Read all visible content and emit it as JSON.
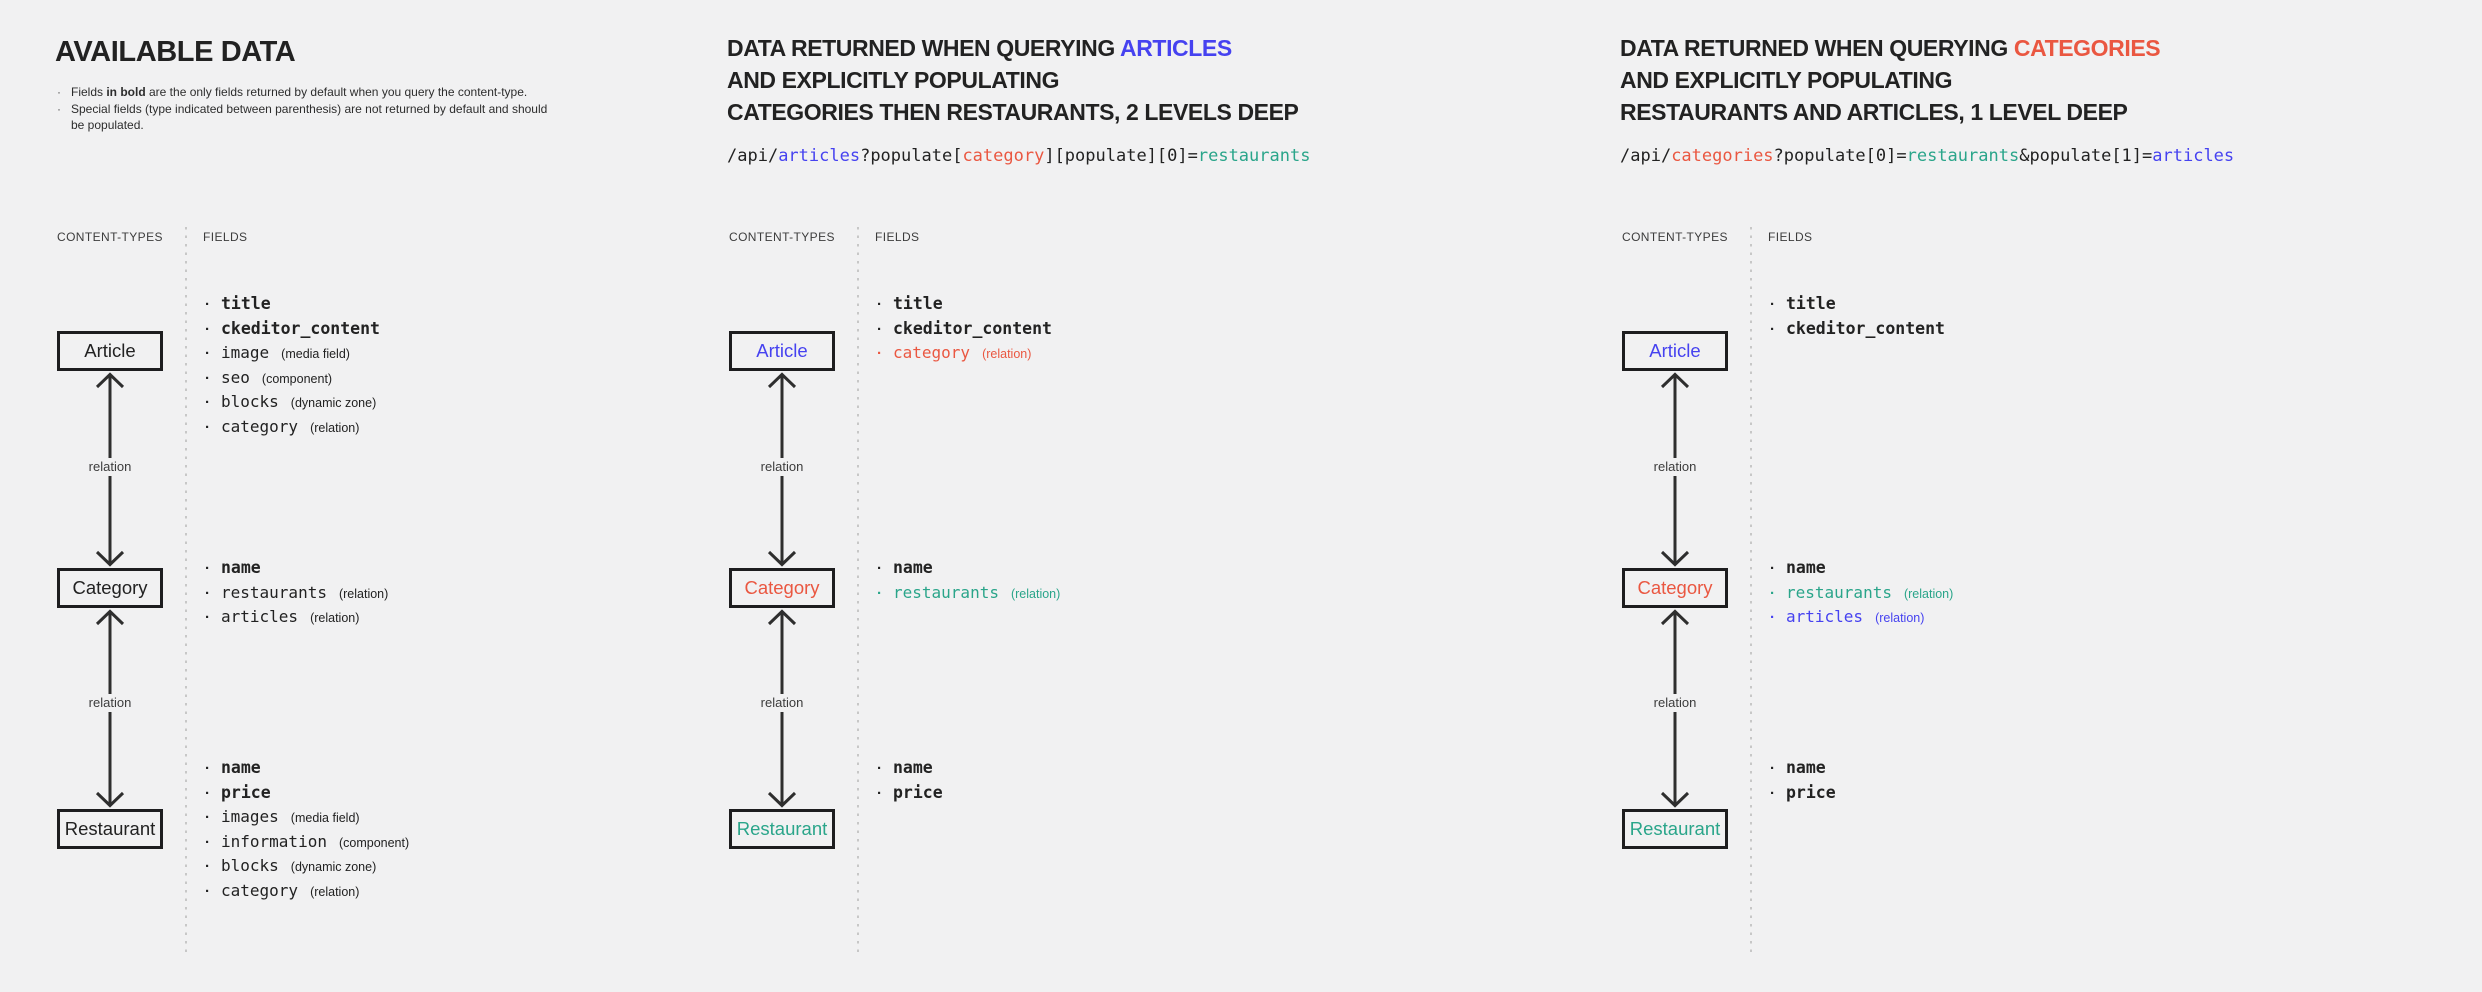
{
  "colors": {
    "bg": "#f1f1f2",
    "ink": "#222222",
    "note": "#2d2d2d",
    "muted": "#3c3c3c",
    "blue": "#4642f0",
    "red": "#ea5741",
    "teal": "#2aa58a",
    "dots": "#c7c7c7",
    "arrow": "#2e2e2e",
    "border": "#1d1d1f"
  },
  "shared": {
    "content_types_label": "CONTENT-TYPES",
    "fields_label": "FIELDS",
    "relation_label": "relation"
  },
  "columns": [
    {
      "title": "AVAILABLE DATA",
      "notes": [
        {
          "pre": "Fields ",
          "bold": "in bold",
          "post": " are the only fields returned by default when you query the content-type."
        },
        {
          "text": "Special fields (type indicated between parenthesis) are not returned by default and should be populated."
        }
      ],
      "nodes": [
        {
          "label": "Article",
          "color": "ink",
          "fields": [
            {
              "name": "title",
              "bold": true,
              "color": "ink"
            },
            {
              "name": "ckeditor_content",
              "bold": true,
              "color": "ink"
            },
            {
              "name": "image",
              "bold": false,
              "color": "ink",
              "type": "(media field)"
            },
            {
              "name": "seo",
              "bold": false,
              "color": "ink",
              "type": "(component)"
            },
            {
              "name": "blocks",
              "bold": false,
              "color": "ink",
              "type": "(dynamic zone)"
            },
            {
              "name": "category",
              "bold": false,
              "color": "ink",
              "type": "(relation)"
            }
          ]
        },
        {
          "label": "Category",
          "color": "ink",
          "fields": [
            {
              "name": "name",
              "bold": true,
              "color": "ink"
            },
            {
              "name": "restaurants",
              "bold": false,
              "color": "ink",
              "type": "(relation)"
            },
            {
              "name": "articles",
              "bold": false,
              "color": "ink",
              "type": "(relation)"
            }
          ]
        },
        {
          "label": "Restaurant",
          "color": "ink",
          "fields": [
            {
              "name": "name",
              "bold": true,
              "color": "ink"
            },
            {
              "name": "price",
              "bold": true,
              "color": "ink"
            },
            {
              "name": "images",
              "bold": false,
              "color": "ink",
              "type": "(media field)"
            },
            {
              "name": "information",
              "bold": false,
              "color": "ink",
              "type": "(component)"
            },
            {
              "name": "blocks",
              "bold": false,
              "color": "ink",
              "type": "(dynamic zone)"
            },
            {
              "name": "category",
              "bold": false,
              "color": "ink",
              "type": "(relation)"
            }
          ]
        }
      ]
    },
    {
      "title_line1_prefix": "DATA RETURNED WHEN QUERYING ",
      "title_line1_highlight": "ARTICLES",
      "highlight_color": "blue",
      "title_line2": "AND EXPLICITLY POPULATING",
      "title_line3": "CATEGORIES THEN RESTAURANTS, 2 LEVELS DEEP",
      "api": [
        {
          "text": "/api/",
          "color": "ink"
        },
        {
          "text": "articles",
          "color": "blue"
        },
        {
          "text": "?populate[",
          "color": "ink"
        },
        {
          "text": "category",
          "color": "red"
        },
        {
          "text": "][populate][0]=",
          "color": "ink"
        },
        {
          "text": "restaurants",
          "color": "teal"
        }
      ],
      "nodes": [
        {
          "label": "Article",
          "color": "blue",
          "fields": [
            {
              "name": "title",
              "bold": true,
              "color": "ink"
            },
            {
              "name": "ckeditor_content",
              "bold": true,
              "color": "ink"
            },
            {
              "name": "category",
              "bold": false,
              "color": "red",
              "type": "(relation)"
            }
          ]
        },
        {
          "label": "Category",
          "color": "red",
          "fields": [
            {
              "name": "name",
              "bold": true,
              "color": "ink"
            },
            {
              "name": "restaurants",
              "bold": false,
              "color": "teal",
              "type": "(relation)"
            }
          ]
        },
        {
          "label": "Restaurant",
          "color": "teal",
          "fields": [
            {
              "name": "name",
              "bold": true,
              "color": "ink"
            },
            {
              "name": "price",
              "bold": true,
              "color": "ink"
            }
          ]
        }
      ]
    },
    {
      "title_line1_prefix": "DATA RETURNED WHEN QUERYING ",
      "title_line1_highlight": "CATEGORIES",
      "highlight_color": "red",
      "title_line2": "AND EXPLICITLY POPULATING",
      "title_line3": "RESTAURANTS AND ARTICLES, 1 LEVEL DEEP",
      "api": [
        {
          "text": "/api/",
          "color": "ink"
        },
        {
          "text": "categories",
          "color": "red"
        },
        {
          "text": "?populate[0]=",
          "color": "ink"
        },
        {
          "text": "restaurants",
          "color": "teal"
        },
        {
          "text": "&populate[1]=",
          "color": "ink"
        },
        {
          "text": "articles",
          "color": "blue"
        }
      ],
      "nodes": [
        {
          "label": "Article",
          "color": "blue",
          "fields": [
            {
              "name": "title",
              "bold": true,
              "color": "ink"
            },
            {
              "name": "ckeditor_content",
              "bold": true,
              "color": "ink"
            }
          ]
        },
        {
          "label": "Category",
          "color": "red",
          "fields": [
            {
              "name": "name",
              "bold": true,
              "color": "ink"
            },
            {
              "name": "restaurants",
              "bold": false,
              "color": "teal",
              "type": "(relation)"
            },
            {
              "name": "articles",
              "bold": false,
              "color": "blue",
              "type": "(relation)"
            }
          ]
        },
        {
          "label": "Restaurant",
          "color": "teal",
          "fields": [
            {
              "name": "name",
              "bold": true,
              "color": "ink"
            },
            {
              "name": "price",
              "bold": true,
              "color": "ink"
            }
          ]
        }
      ]
    }
  ]
}
